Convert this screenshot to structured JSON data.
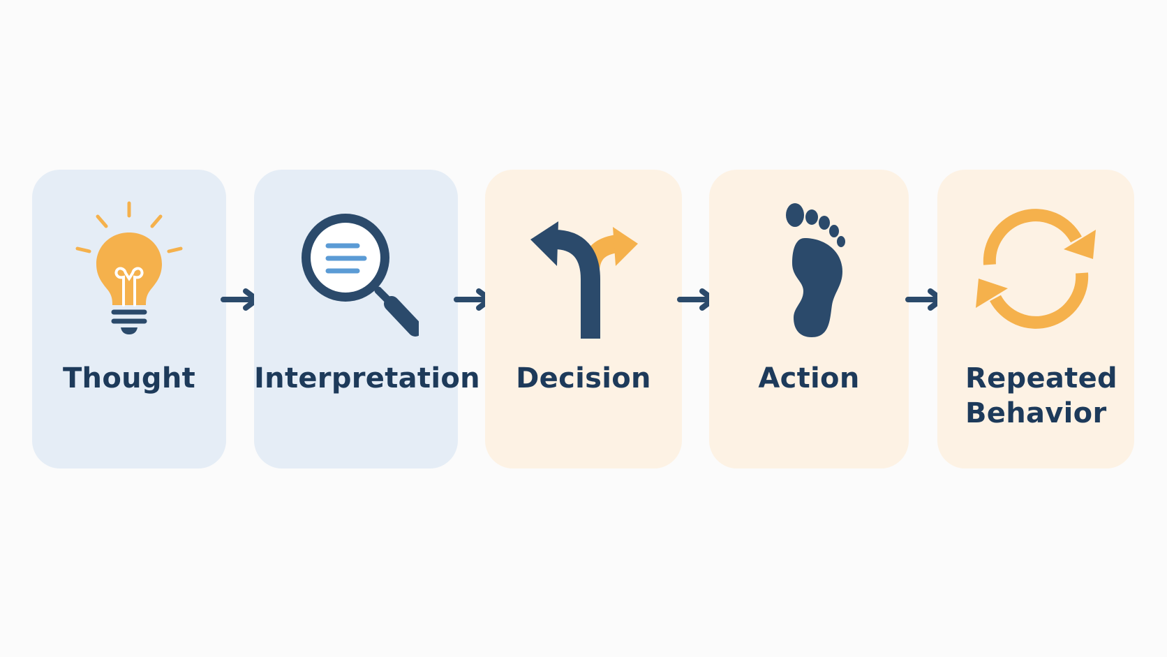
{
  "colors": {
    "navy": "#2b4a6b",
    "orange": "#f5b14c",
    "light_blue": "#5b9bd5",
    "card_blue": "#e5edf6",
    "card_peach": "#fdf2e4",
    "label": "#1d3a5a"
  },
  "steps": [
    {
      "label": "Thought",
      "icon": "lightbulb-icon"
    },
    {
      "label": "Interpretation",
      "icon": "magnifying-glass-icon"
    },
    {
      "label": "Decision",
      "icon": "fork-arrow-icon"
    },
    {
      "label": "Action",
      "icon": "footprint-icon"
    },
    {
      "label": "Repeated Behavior",
      "icon": "cycle-arrows-icon"
    }
  ]
}
